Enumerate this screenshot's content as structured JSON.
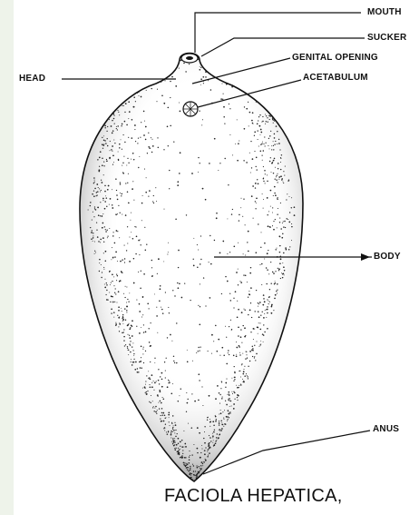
{
  "caption": "FACIOLA HEPATICA,",
  "labels": {
    "mouth": "MOUTH",
    "sucker": "SUCKER",
    "genital_opening": "GENITAL OPENING",
    "acetabulum": "ACETABULUM",
    "head": "HEAD",
    "body": "BODY",
    "anus": "ANUS"
  },
  "colors": {
    "ink": "#111111",
    "stipple": "#222222",
    "strip": "#eef3ea"
  }
}
